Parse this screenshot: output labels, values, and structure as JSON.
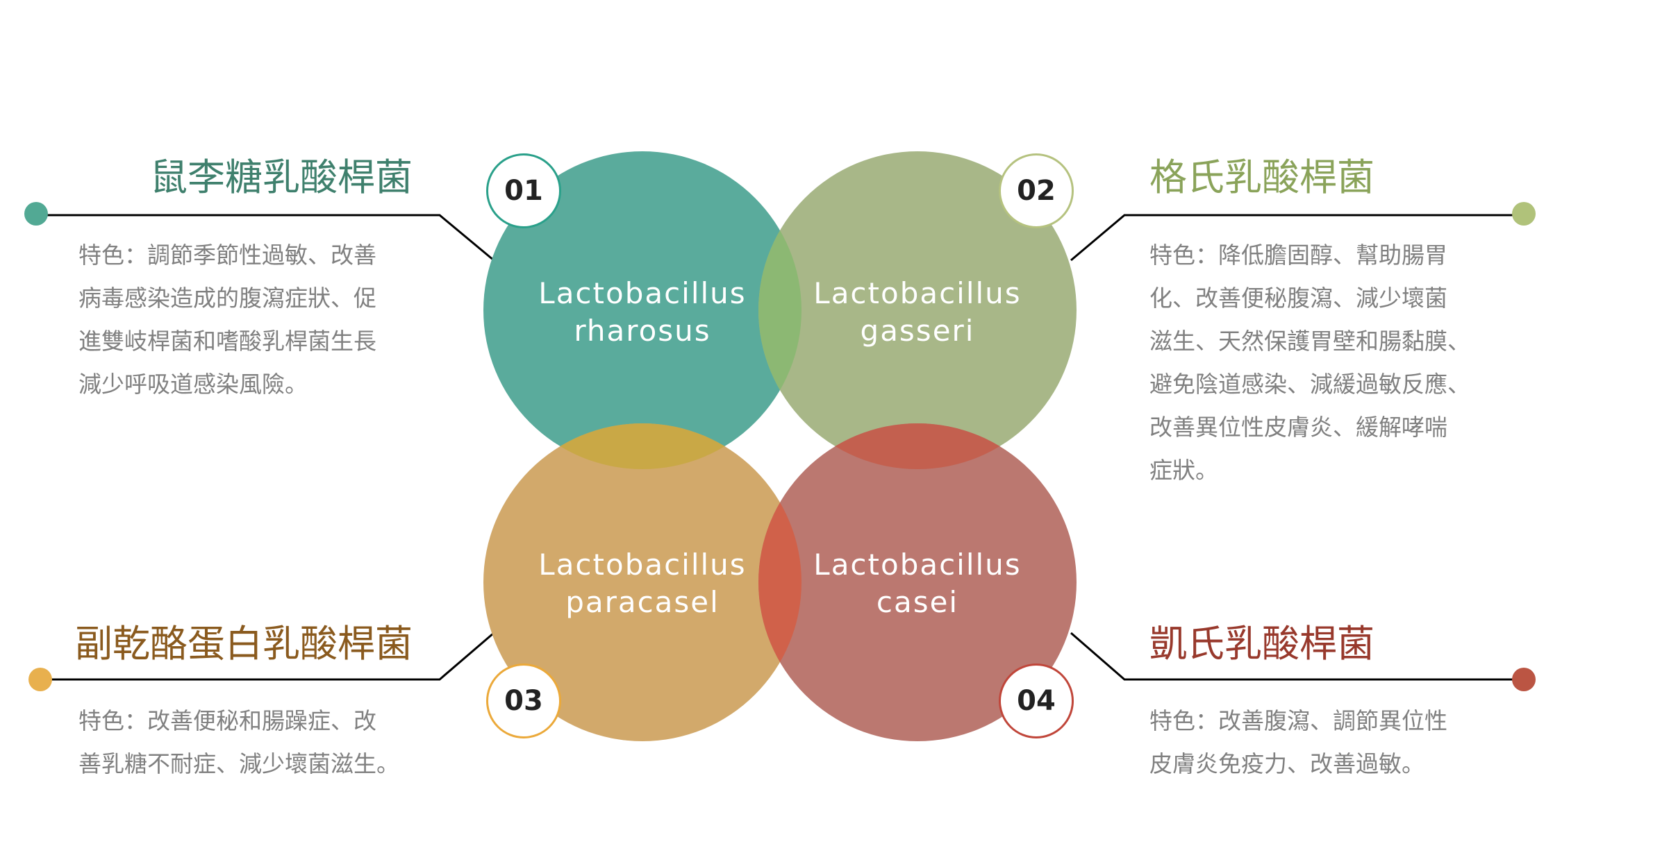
{
  "colors": {
    "circle_1": "#5aab9c",
    "circle_2": "#a8b788",
    "circle_3": "#d2a96b",
    "circle_4": "#bb7870",
    "overlap_12": "#8cb873",
    "overlap_13": "#c9a846",
    "overlap_24": "#c3604f",
    "overlap_34": "#d0614a"
  },
  "items": [
    {
      "number": "01",
      "latin": [
        "Lactobacillus",
        "rharosus"
      ],
      "title": "鼠李糖乳酸桿菌",
      "description": [
        "特色：調節季節性過敏、改善",
        "病毒感染造成的腹瀉症狀、促",
        "進雙岐桿菌和嗜酸乳桿菌生長",
        "減少呼吸道感染風險。"
      ],
      "title_color": "#3f806d",
      "accent": "#52a994",
      "badge_border": "#2aa08a"
    },
    {
      "number": "02",
      "latin": [
        "Lactobacillus",
        "gasseri"
      ],
      "title": "格氏乳酸桿菌",
      "description": [
        "特色：降低膽固醇、幫助腸胃",
        "化、改善便秘腹瀉、減少壞菌",
        "滋生、天然保護胃壁和腸黏膜、",
        "避免陰道感染、減緩過敏反應、",
        "改善異位性皮膚炎、緩解哮喘",
        "症狀。"
      ],
      "title_color": "#8aa35a",
      "accent": "#b0c27a",
      "badge_border": "#b5c27f"
    },
    {
      "number": "03",
      "latin": [
        "Lactobacillus",
        "paracasel"
      ],
      "title": "副乾酪蛋白乳酸桿菌",
      "description": [
        "特色：改善便秘和腸躁症、改",
        "善乳糖不耐症、減少壞菌滋生。"
      ],
      "title_color": "#8a5a1e",
      "accent": "#e8b04e",
      "badge_border": "#eba93a"
    },
    {
      "number": "04",
      "latin": [
        "Lactobacillus",
        "casei"
      ],
      "title": "凱氏乳酸桿菌",
      "description": [
        "特色：改善腹瀉、調節異位性",
        "皮膚炎免疫力、改善過敏。"
      ],
      "title_color": "#98392c",
      "accent": "#bb5543",
      "badge_border": "#c0463a"
    }
  ]
}
